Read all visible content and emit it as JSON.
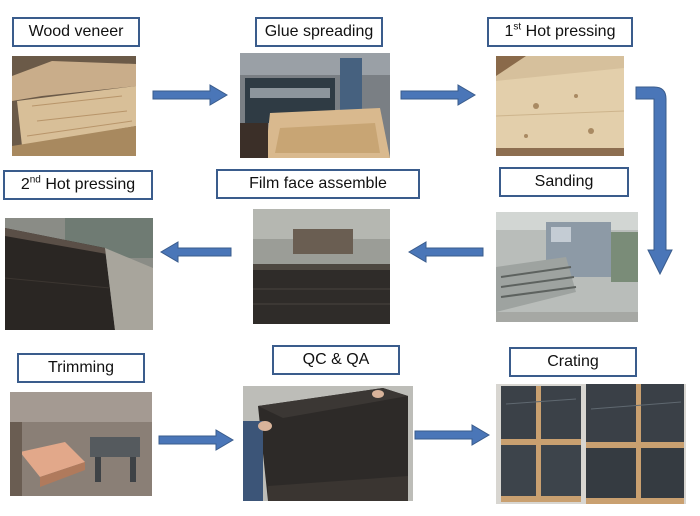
{
  "colors": {
    "label_border": "#3a5c8c",
    "arrow": "#4a76b8",
    "arrow_outline": "#3a5c8c"
  },
  "steps": [
    {
      "label": "Wood veneer",
      "photo": "wood-veneer-photo"
    },
    {
      "label": "Glue spreading",
      "photo": "glue-spreading-photo"
    },
    {
      "label_pre": "1",
      "label_sup": "st",
      "label_post": " Hot pressing",
      "photo": "first-hot-pressing-photo"
    },
    {
      "label": "Sanding",
      "photo": "sanding-photo"
    },
    {
      "label": "Film face assemble",
      "photo": "film-face-assemble-photo"
    },
    {
      "label_pre": "2",
      "label_sup": "nd",
      "label_post": " Hot pressing",
      "photo": "second-hot-pressing-photo"
    },
    {
      "label": "Trimming",
      "photo": "trimming-photo"
    },
    {
      "label": "QC & QA",
      "photo": "qc-qa-photo"
    },
    {
      "label": "Crating",
      "photo": "crating-photo"
    }
  ],
  "arrows": [
    "right-arrow-icon",
    "right-arrow-icon",
    "curved-down-arrow-icon",
    "left-arrow-icon",
    "left-arrow-icon",
    "right-arrow-icon",
    "right-arrow-icon"
  ]
}
